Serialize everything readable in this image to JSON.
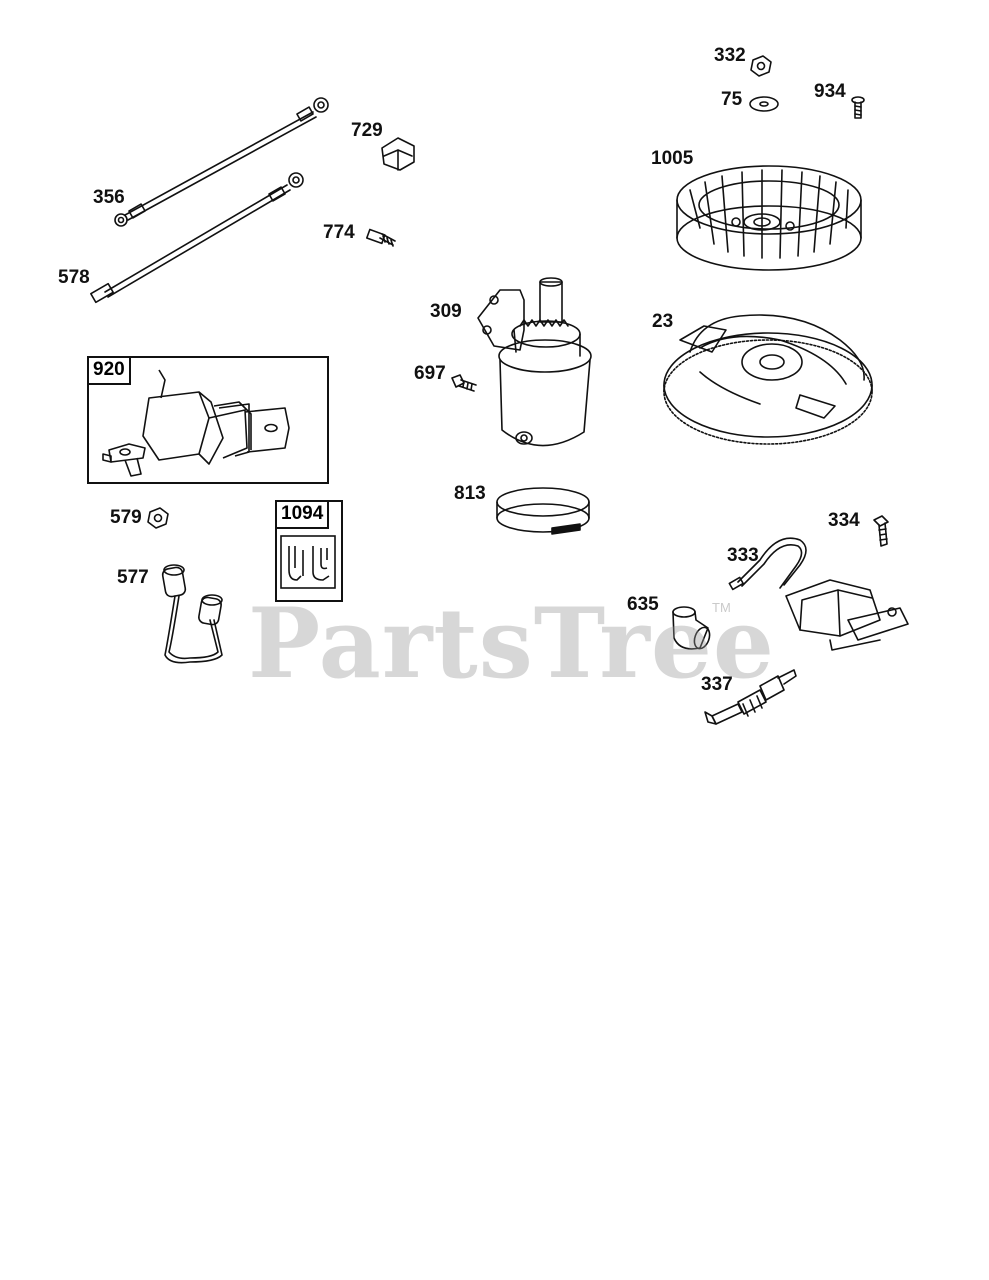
{
  "watermark": {
    "brand": "PartsTree",
    "trademark": "TM"
  },
  "parts": {
    "p332": "332",
    "p75": "75",
    "p934": "934",
    "p1005": "1005",
    "p23": "23",
    "p729": "729",
    "p356": "356",
    "p774": "774",
    "p578": "578",
    "p309": "309",
    "p697": "697",
    "p920": "920",
    "p813": "813",
    "p579": "579",
    "p1094": "1094",
    "p334": "334",
    "p577": "577",
    "p333": "333",
    "p635": "635",
    "p337": "337"
  }
}
